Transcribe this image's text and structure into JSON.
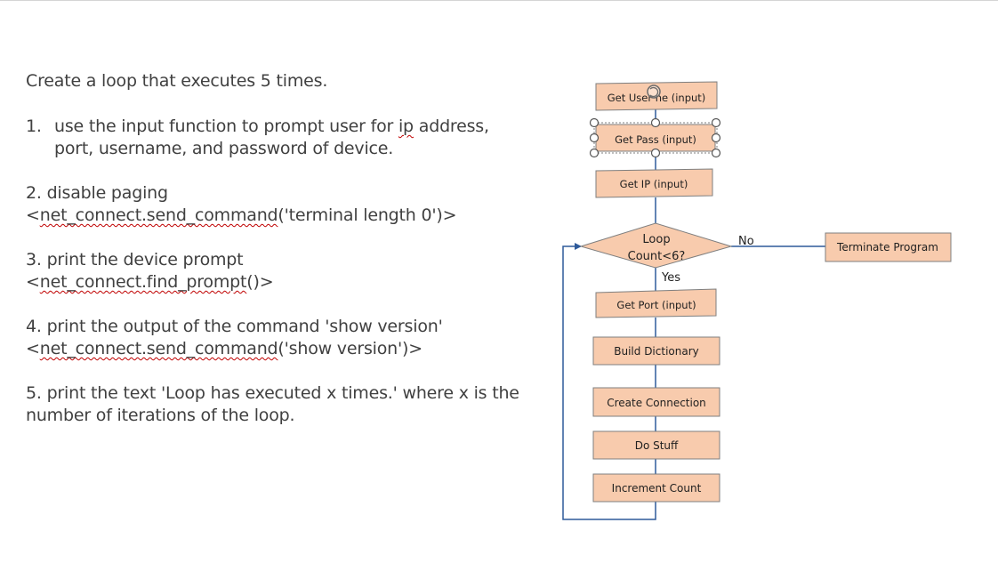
{
  "instructions": {
    "intro": "Create a loop that executes 5 times.",
    "step1_number": "1.",
    "step1_line1_before": "use the input function to prompt user for ",
    "step1_line1_ip": "ip",
    "step1_line1_after": " address,",
    "step1_line2": "port, username, and password of device.",
    "step2_title": "2. disable paging",
    "step2_code_open": "<",
    "step2_code_func": "net_connect.send_command",
    "step2_code_args": "('terminal length 0')>",
    "step3_title": "3. print the device prompt",
    "step3_code_open": "<",
    "step3_code_func": "net_connect.find_prompt",
    "step3_code_args": "()>",
    "step4_title": "4. print the output of the command 'show version'",
    "step4_code_open": "<",
    "step4_code_func": "net_connect.send_command",
    "step4_code_args": "('show version')>",
    "step5_line1": "5. print the text 'Loop has executed x times.' where x is the",
    "step5_line2": "number of iterations of the loop."
  },
  "flowchart": {
    "nodes": {
      "get_username": "Get User  ne (input)",
      "get_pass": "Get Pass (input)",
      "get_ip": "Get IP (input)",
      "loop_line1": "Loop",
      "loop_line2": "Count<6?",
      "get_port": "Get Port (input)",
      "build_dictionary": "Build Dictionary",
      "create_connection": "Create Connection",
      "do_stuff": "Do Stuff",
      "increment_count": "Increment Count",
      "terminate": "Terminate Program"
    },
    "edges": {
      "no_label": "No",
      "yes_label": "Yes"
    }
  },
  "colors": {
    "box_fill": "#f8cbad",
    "box_stroke": "#7f7f7f",
    "connector": "#2e5a9a",
    "text": "#404040",
    "spellcheck": "#c00000"
  }
}
